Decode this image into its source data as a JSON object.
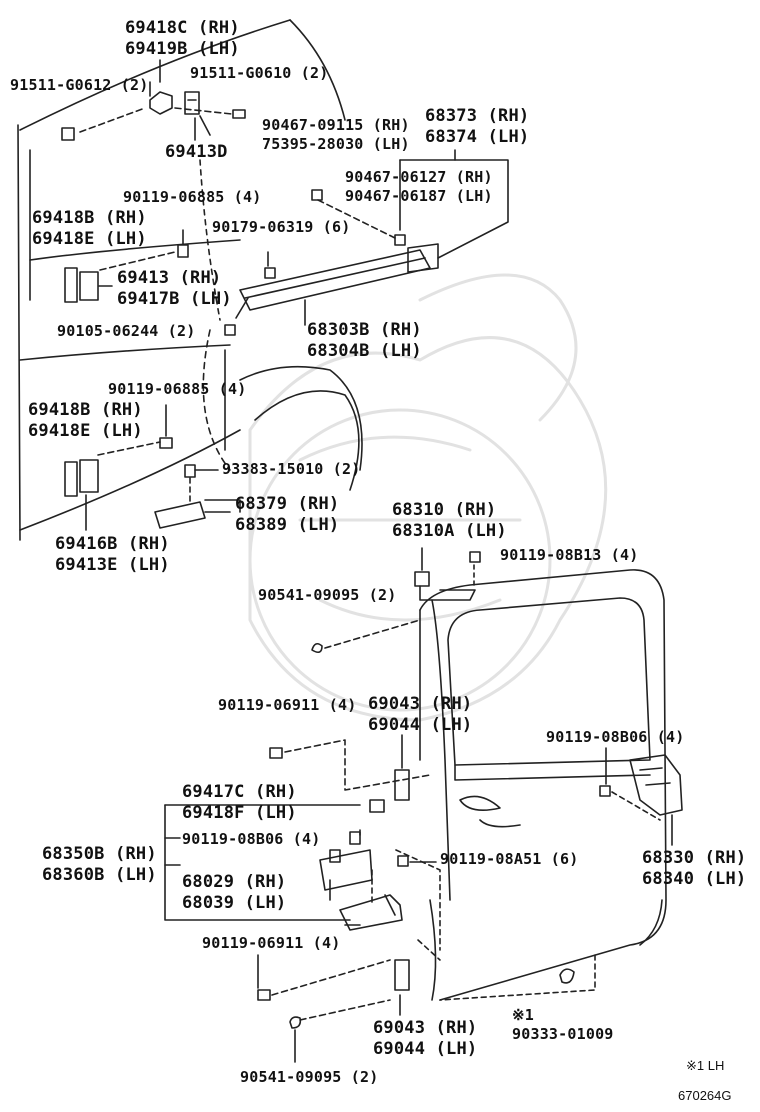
{
  "labels": {
    "p69418c": [
      "69418C (RH)",
      "69419B (LH)"
    ],
    "p91511a": "91511-G0612 (2)",
    "p91511b": "91511-G0610 (2)",
    "p69413d": "69413D",
    "p90467a": [
      "90467-09115 (RH)",
      "75395-28030 (LH)"
    ],
    "p68373": [
      "68373 (RH)",
      "68374 (LH)"
    ],
    "p90467b": [
      "90467-06127 (RH)",
      "90467-06187 (LH)"
    ],
    "p90119_6885a": "90119-06885 (4)",
    "p69418b_top": [
      "69418B (RH)",
      "69418E (LH)"
    ],
    "p90179": "90179-06319 (6)",
    "p69413": [
      "69413 (RH)",
      "69417B (LH)"
    ],
    "p90105": "90105-06244 (2)",
    "p68303": [
      "68303B (RH)",
      "68304B (LH)"
    ],
    "p90119_6885b": "90119-06885 (4)",
    "p69418b_mid": [
      "69418B (RH)",
      "69418E (LH)"
    ],
    "p93383": "93383-15010 (2)",
    "p68379": [
      "68379 (RH)",
      "68389 (LH)"
    ],
    "p69416": [
      "69416B (RH)",
      "69413E (LH)"
    ],
    "p68310": [
      "68310 (RH)",
      "68310A (LH)"
    ],
    "p90119_8b13": "90119-08B13 (4)",
    "p90541a": "90541-09095 (2)",
    "p90119_6911a": "90119-06911 (4)",
    "p69043a": [
      "69043 (RH)",
      "69044 (LH)"
    ],
    "p90119_8b06a": "90119-08B06 (4)",
    "p69417c": [
      "69417C (RH)",
      "69418F (LH)"
    ],
    "p90119_8b06b": "90119-08B06 (4)",
    "p68350": [
      "68350B (RH)",
      "68360B (LH)"
    ],
    "p90119_8a51": "90119-08A51 (6)",
    "p68330": [
      "68330 (RH)",
      "68340 (LH)"
    ],
    "p68029": [
      "68029 (RH)",
      "68039 (LH)"
    ],
    "p90119_6911b": "90119-06911 (4)",
    "p69043b": [
      "69043 (RH)",
      "69044 (LH)"
    ],
    "p90333": [
      "※1",
      "90333-01009"
    ],
    "p90541b": "90541-09095 (2)"
  },
  "notes": {
    "footnote": "※1 LH",
    "diagram_code": "670264G"
  }
}
